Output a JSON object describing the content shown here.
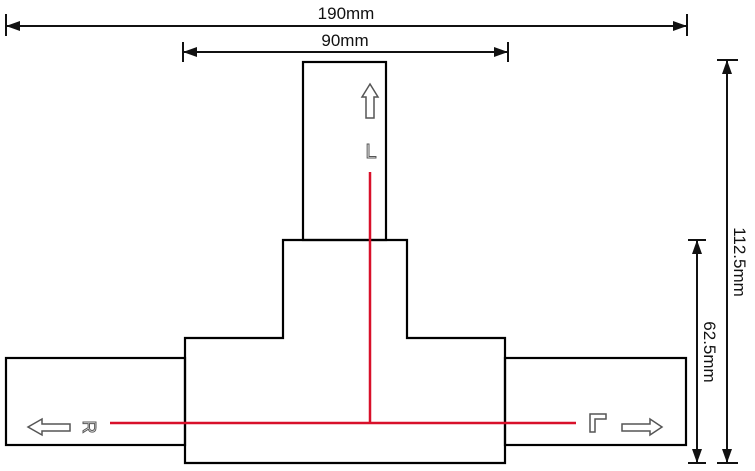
{
  "dimensions": {
    "total_width": "190mm",
    "upper_width": "90mm",
    "total_height": "112.5mm",
    "lower_height": "62.5mm"
  },
  "markings": {
    "top_label": "L",
    "left_label": "R"
  },
  "colors": {
    "outline": "#000000",
    "conductor": "#d8102a",
    "dimension": "#111111",
    "marking": "#555555"
  }
}
